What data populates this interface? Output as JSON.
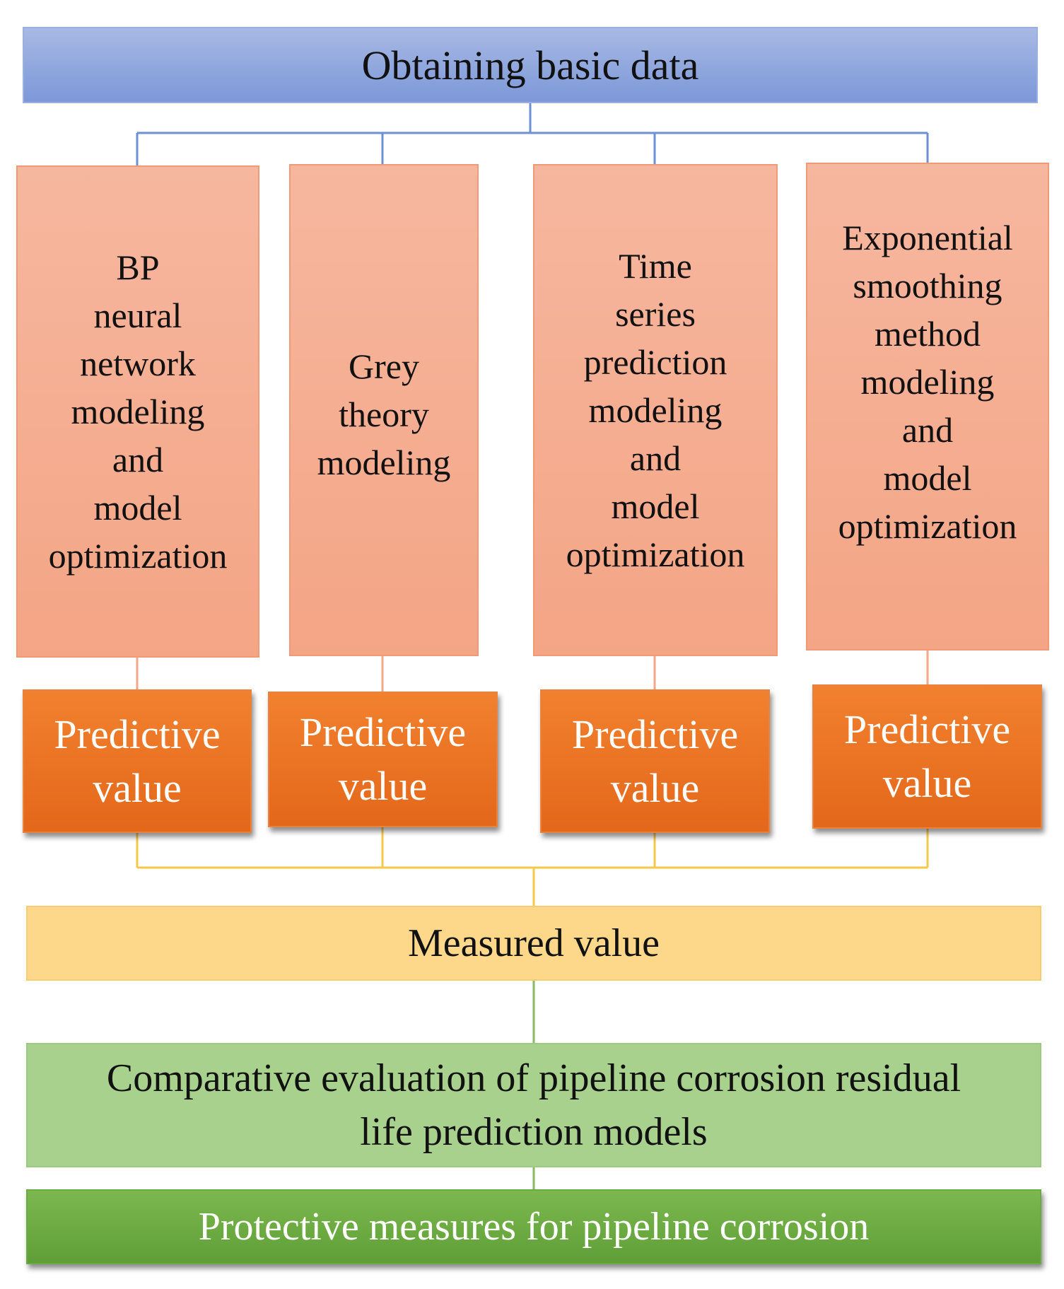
{
  "top": {
    "label": "Obtaining basic data"
  },
  "models": [
    {
      "lines": [
        "BP",
        "neural",
        "network",
        "modeling",
        "and",
        "model",
        "optimization"
      ]
    },
    {
      "lines": [
        "Grey",
        "theory",
        "modeling"
      ]
    },
    {
      "lines": [
        "Time",
        "series",
        "prediction",
        "modeling",
        "and",
        "model",
        "optimization"
      ]
    },
    {
      "lines": [
        "Exponential",
        "smoothing",
        "method",
        "modeling",
        "and",
        "model",
        "optimization"
      ]
    }
  ],
  "predictive": [
    {
      "lines": [
        "Predictive",
        "value"
      ]
    },
    {
      "lines": [
        "Predictive",
        "value"
      ]
    },
    {
      "lines": [
        "Predictive",
        "value"
      ]
    },
    {
      "lines": [
        "Predictive",
        "value"
      ]
    }
  ],
  "measured": {
    "label": "Measured value"
  },
  "comparative": {
    "lines": [
      "Comparative evaluation of pipeline corrosion residual",
      "life prediction models"
    ]
  },
  "protective": {
    "label": "Protective measures for pipeline corrosion"
  },
  "colors": {
    "top": "#7c98d8",
    "model": "#f4a585",
    "predictive": "#e96f22",
    "measured": "#fdd78a",
    "comparative": "#a9d18e",
    "protective": "#6aa843",
    "link_blue": "#4472c4",
    "link_orange": "#f19a78",
    "link_yellow": "#f4c030",
    "link_green": "#70ad47"
  }
}
